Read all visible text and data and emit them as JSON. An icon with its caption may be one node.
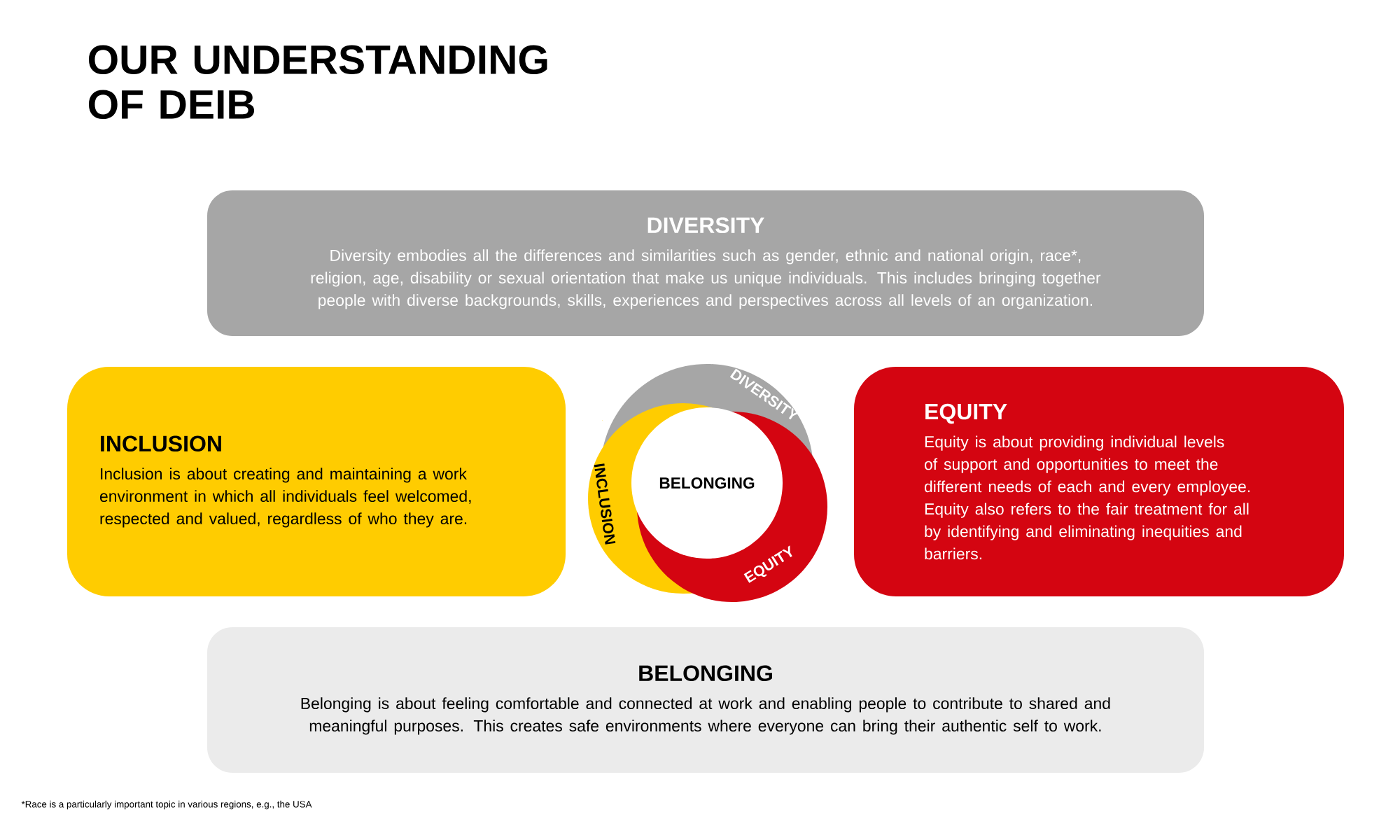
{
  "diagram": {
    "title": "OUR UNDERSTANDING OF DEIB",
    "nodes": [
      {
        "text": [
          "DIVERSITY",
          "Diversity embodies all the differences and similarities such as gender, ethnic and national origin, race*, religion, age, disability or sexual orientation that make us unique individuals. This includes bringing together people with diverse backgrounds, skills, experiences and perspectives across all levels of an organization."
        ]
      },
      {
        "text": [
          "INCLUSION",
          "Inclusion is about creating and maintaining a work environment in which all individuals feel welcomed, respected and valued, regardless of who they are."
        ]
      },
      {
        "text": [
          "EQUITY",
          "Equity is about providing individual levels of support and opportunities to meet the different needs of each and every employee. Equity also refers to the fair treatment for all by identifying and eliminating inequities and barriers."
        ]
      },
      {
        "text": [
          "BELONGING",
          "Belonging is about feeling comfortable and connected at work and enabling people to contribute to shared and meaningful purposes. This creates safe environments where everyone can bring their authentic self to work."
        ]
      },
      {
        "text": [
          "BELONGING"
        ]
      }
    ],
    "labels": [
      "DIVERSITY",
      "INCLUSION",
      "EQUITY",
      "*Race is a particularly important topic in various regions, e.g., the USA"
    ]
  }
}
